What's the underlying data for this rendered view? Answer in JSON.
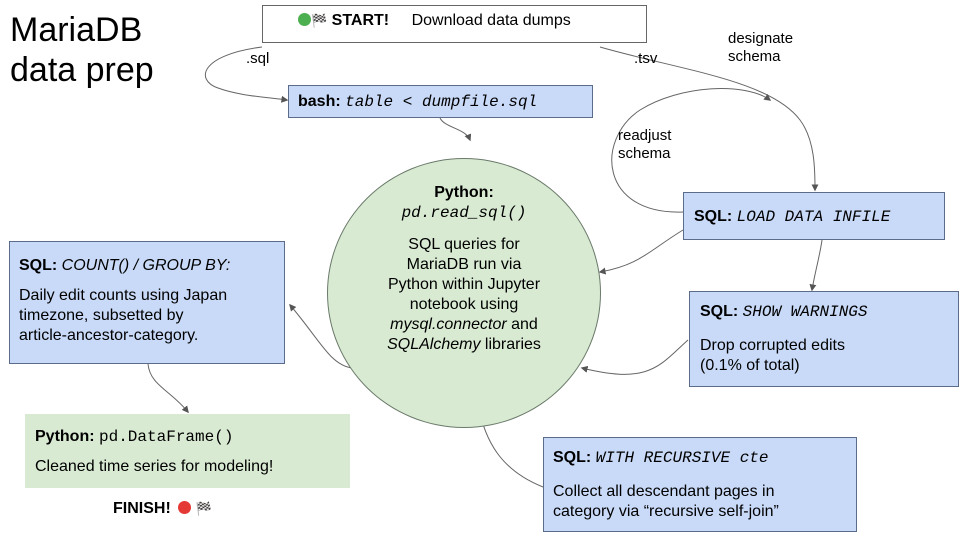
{
  "title": {
    "line1": "MariaDB",
    "line2": "data prep"
  },
  "start": {
    "label": "START!",
    "text": "Download data dumps",
    "dot_color": "#4caf50",
    "icon": "checkered-flag"
  },
  "edge_labels": {
    "sql": ".sql",
    "tsv": ".tsv",
    "designate": "designate\nschema",
    "readjust": "readjust\nschema"
  },
  "bash": {
    "head": "bash:",
    "code": "table < dumpfile.sql"
  },
  "center": {
    "head": "Python:",
    "code": "pd.read_sql()",
    "line1": "SQL queries for",
    "line2": "MariaDB run via",
    "line3": "Python within Jupyter",
    "line4": "notebook using",
    "lib1": "mysql.connector",
    "and": " and",
    "lib2": "SQLAlchemy",
    "libs": " libraries"
  },
  "load": {
    "head": "SQL:",
    "code": "LOAD DATA INFILE"
  },
  "count": {
    "head": "SQL:",
    "code": "COUNT() / GROUP BY:",
    "line1": "Daily edit counts using Japan",
    "line2": "timezone, subsetted by",
    "line3": "article-ancestor-category."
  },
  "warnings": {
    "head": "SQL:",
    "code": "SHOW WARNINGS",
    "line1": "Drop corrupted edits",
    "line2": "(0.1% of total)"
  },
  "dataframe": {
    "head": "Python:",
    "code": "pd.DataFrame()",
    "line1": "Cleaned time series for modeling!"
  },
  "recursive": {
    "head": "SQL:",
    "code": "WITH RECURSIVE cte",
    "line1": "Collect all descendant pages in",
    "line2": "category via “recursive self-join”"
  },
  "finish": {
    "label": "FINISH!",
    "dot_color": "#e53935",
    "icon": "checkered-flag"
  },
  "colors": {
    "sql_box": "#c9daf8",
    "python_box": "#d9ead3",
    "arrow": "#555555"
  }
}
